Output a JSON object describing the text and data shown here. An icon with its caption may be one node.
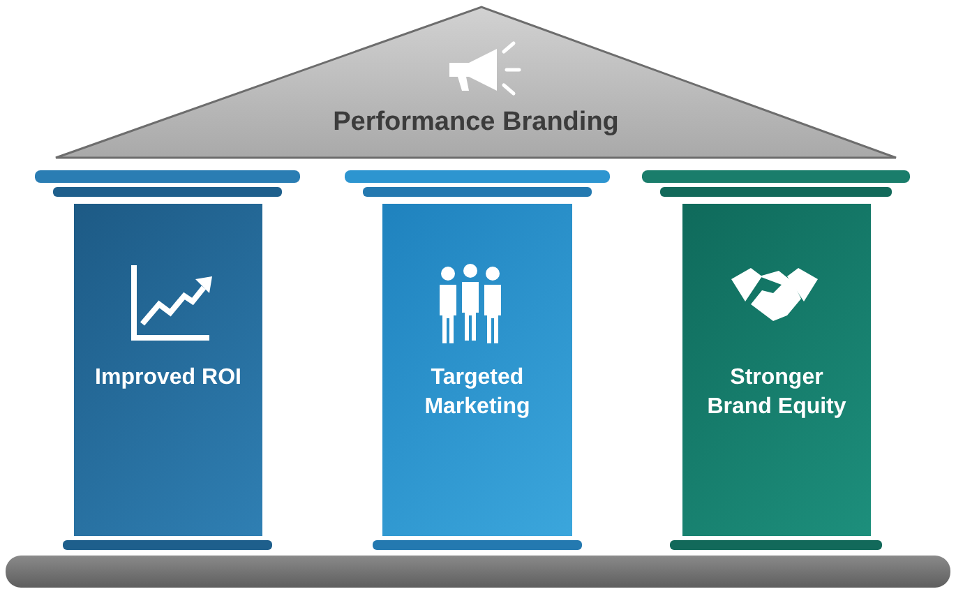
{
  "diagram": {
    "nodes": [
      {
        "text": [
          "Performance Branding"
        ]
      },
      {
        "text": [
          "Improved ROI"
        ]
      },
      {
        "text": [
          "Targeted Marketing"
        ]
      },
      {
        "text": [
          "Stronger Brand Equity"
        ]
      },
      {
        "text": [],
        "shape": "bar"
      }
    ],
    "edges": []
  }
}
